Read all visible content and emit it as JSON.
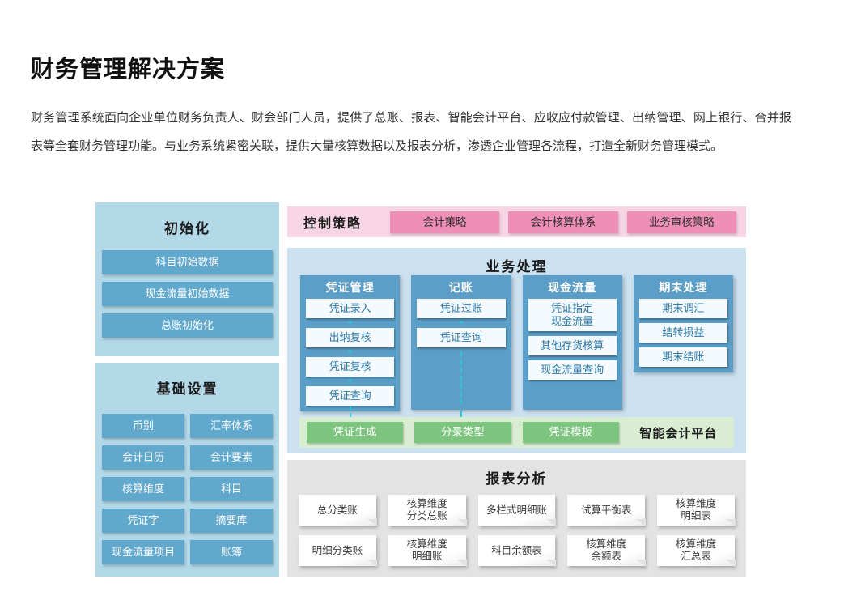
{
  "header": {
    "title": "财务管理解决方案",
    "description": "财务管理系统面向企业单位财务负责人、财会部门人员，提供了总账、报表、智能会计平台、应收应付款管理、出纳管理、网上银行、合并报表等全套财务管理功能。与业务系统紧密关联，提供大量核算数据以及报表分析，渗透企业管理各流程，打造全新财务管理模式。"
  },
  "init_panel": {
    "title": "初始化",
    "items": [
      "科目初始数据",
      "现金流量初始数据",
      "总账初始化"
    ]
  },
  "basic_panel": {
    "title": "基础设置",
    "items": [
      "币别",
      "汇率体系",
      "会计日历",
      "会计要素",
      "核算维度",
      "科目",
      "凭证字",
      "摘要库",
      "现金流量项目",
      "账簿"
    ]
  },
  "control_strip": {
    "title": "控制策略",
    "items": [
      "会计策略",
      "会计核算体系",
      "业务审核策略"
    ]
  },
  "business_panel": {
    "title": "业务处理",
    "columns": [
      {
        "header": "凭证管理",
        "items": [
          "凭证录入",
          "出纳复核",
          "凭证复核",
          "凭证查询"
        ]
      },
      {
        "header": "记账",
        "items": [
          "凭证过账",
          "凭证查询"
        ]
      },
      {
        "header": "现金流量",
        "items": [
          "凭证指定\n现金流量",
          "其他存货核算",
          "现金流量查询"
        ]
      },
      {
        "header": "期末处理",
        "items": [
          "期末调汇",
          "结转损益",
          "期末结账"
        ]
      }
    ]
  },
  "smart_strip": {
    "items": [
      "凭证生成",
      "分录类型",
      "凭证模板"
    ],
    "label": "智能会计平台"
  },
  "report_panel": {
    "title": "报表分析",
    "rows": [
      [
        "总分类账",
        "核算维度\n分类总账",
        "多栏式明细账",
        "试算平衡表",
        "核算维度\n明细表"
      ],
      [
        "明细分类账",
        "核算维度\n明细账",
        "科目余额表",
        "核算维度\n余额表",
        "核算维度\n汇总表"
      ]
    ]
  },
  "colors": {
    "panel_light_blue": "#b3d8e8",
    "box_blue": "#61a8cd",
    "business_bg": "#cbe1f0",
    "column_blue": "#5b9fc8",
    "pink_bg": "#f8d5e5",
    "pink_box": "#ef8eb6",
    "green_bg": "#d9edd3",
    "green_box": "#7dc57f",
    "report_gray": "#e3e3e3",
    "arrow_cyan": "#2cc5da"
  }
}
